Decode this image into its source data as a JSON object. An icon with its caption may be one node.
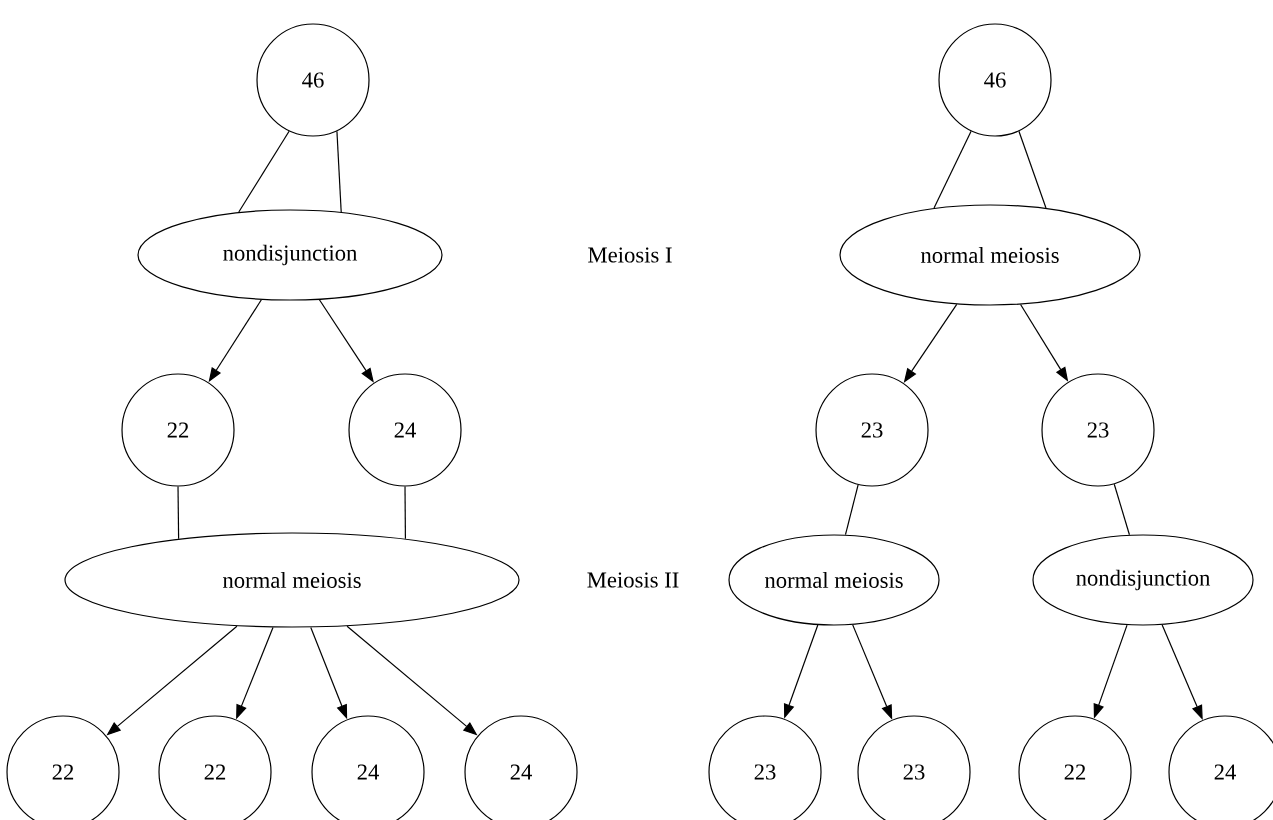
{
  "diagram": {
    "nodes": [
      {
        "text": [
          "46"
        ]
      },
      {
        "text": [
          "nondisjunction"
        ]
      },
      {
        "text": [
          "22"
        ]
      },
      {
        "text": [
          "24"
        ]
      },
      {
        "text": [
          "normal meiosis"
        ]
      },
      {
        "text": [
          "22"
        ]
      },
      {
        "text": [
          "22"
        ]
      },
      {
        "text": [
          "24"
        ]
      },
      {
        "text": [
          "24"
        ]
      },
      {
        "text": [
          "46"
        ]
      },
      {
        "text": [
          "normal meiosis"
        ]
      },
      {
        "text": [
          "23"
        ]
      },
      {
        "text": [
          "23"
        ]
      },
      {
        "text": [
          "normal meiosis"
        ]
      },
      {
        "text": [
          "nondisjunction"
        ]
      },
      {
        "text": [
          "23"
        ]
      },
      {
        "text": [
          "23"
        ]
      },
      {
        "text": [
          "22"
        ]
      },
      {
        "text": [
          "24"
        ]
      }
    ],
    "edges": [
      {
        "from": 0,
        "to": 1,
        "arrow": "none"
      },
      {
        "from": 0,
        "to": 1,
        "arrow": "none"
      },
      {
        "from": 1,
        "to": 2,
        "arrow": "to"
      },
      {
        "from": 1,
        "to": 3,
        "arrow": "to"
      },
      {
        "from": 2,
        "to": 4,
        "arrow": "none"
      },
      {
        "from": 3,
        "to": 4,
        "arrow": "none"
      },
      {
        "from": 4,
        "to": 5,
        "arrow": "to"
      },
      {
        "from": 4,
        "to": 6,
        "arrow": "to"
      },
      {
        "from": 4,
        "to": 7,
        "arrow": "to"
      },
      {
        "from": 4,
        "to": 8,
        "arrow": "to"
      },
      {
        "from": 9,
        "to": 10,
        "arrow": "none"
      },
      {
        "from": 9,
        "to": 10,
        "arrow": "none"
      },
      {
        "from": 10,
        "to": 11,
        "arrow": "to"
      },
      {
        "from": 10,
        "to": 12,
        "arrow": "to"
      },
      {
        "from": 11,
        "to": 13,
        "arrow": "none"
      },
      {
        "from": 12,
        "to": 14,
        "arrow": "none"
      },
      {
        "from": 13,
        "to": 15,
        "arrow": "to"
      },
      {
        "from": 13,
        "to": 16,
        "arrow": "to"
      },
      {
        "from": 14,
        "to": 17,
        "arrow": "to"
      },
      {
        "from": 14,
        "to": 18,
        "arrow": "to"
      }
    ],
    "labels": [
      "Meiosis I",
      "Meiosis II"
    ]
  }
}
